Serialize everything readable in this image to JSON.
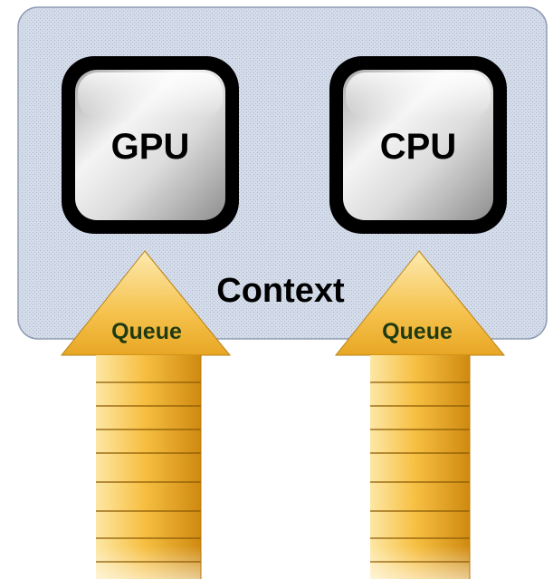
{
  "context": {
    "label": "Context"
  },
  "processors": [
    {
      "label": "GPU"
    },
    {
      "label": "CPU"
    }
  ],
  "queues": [
    {
      "label": "Queue",
      "feeds": "GPU"
    },
    {
      "label": "Queue",
      "feeds": "CPU"
    }
  ],
  "colors": {
    "context_fill": "#d4dcea",
    "context_border": "#8f9bb3",
    "chip_frame": "#000000",
    "chip_metal_light": "#f4f4f4",
    "chip_metal_dark": "#8e8e8e",
    "arrow_light": "#fde7a4",
    "arrow_mid": "#f7c043",
    "arrow_dark": "#cf8a10",
    "queue_text": "#1f3a12"
  },
  "icons": {
    "processor": "chip-icon",
    "queue": "up-arrow-icon"
  }
}
